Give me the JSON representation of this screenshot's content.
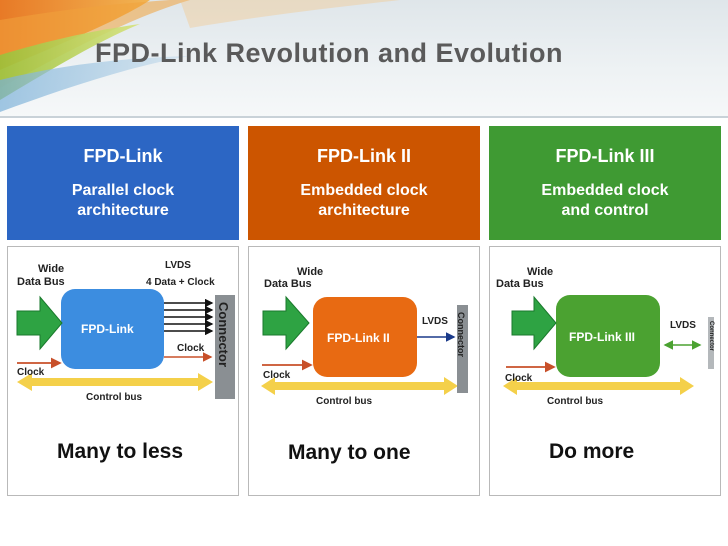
{
  "title": "FPD-Link Revolution and Evolution",
  "colors": {
    "blue": "#2c66c4",
    "orange": "#cc5500",
    "green": "#3f9a33",
    "chip_blue": "#3c8de0",
    "chip_orange": "#e86a12",
    "chip_green": "#4ba231",
    "data_arrow": "#2ea343",
    "bus_yellow": "#f4d04a",
    "clock_red": "#c8502a"
  },
  "columns": [
    {
      "name": "FPD-Link",
      "subtitle_line1": "Parallel clock",
      "subtitle_line2": "architecture",
      "wide_label": "Wide",
      "data_bus_label": "Data Bus",
      "chip_label": "FPD-Link",
      "lvds_label": "LVDS",
      "lvds_detail": "4 Data + Clock",
      "clock_out_label": "Clock",
      "clock_label": "Clock",
      "control_bus_label": "Control bus",
      "connector_label": "Connector",
      "slogan": "Many to less"
    },
    {
      "name": "FPD-Link II",
      "subtitle_line1": "Embedded clock",
      "subtitle_line2": "architecture",
      "wide_label": "Wide",
      "data_bus_label": "Data Bus",
      "chip_label": "FPD-Link II",
      "lvds_label": "LVDS",
      "clock_label": "Clock",
      "control_bus_label": "Control bus",
      "connector_label": "Connector",
      "slogan": "Many to one"
    },
    {
      "name": "FPD-Link III",
      "subtitle_line1": "Embedded clock",
      "subtitle_line2": "and control",
      "wide_label": "Wide",
      "data_bus_label": "Data Bus",
      "chip_label": "FPD-Link III",
      "lvds_label": "LVDS",
      "clock_label": "Clock",
      "control_bus_label": "Control bus",
      "connector_label": "Connector",
      "slogan": "Do more"
    }
  ]
}
